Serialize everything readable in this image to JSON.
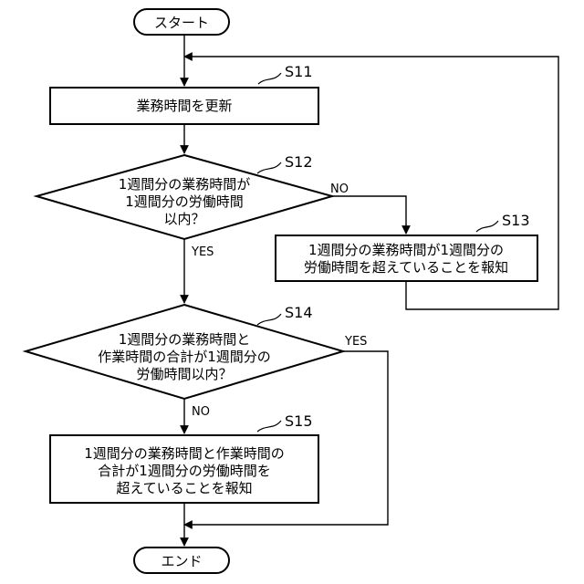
{
  "nodes": {
    "start": {
      "label": "スタート"
    },
    "s11": {
      "step": "S11",
      "lines": [
        "業務時間を更新"
      ]
    },
    "s12": {
      "step": "S12",
      "lines": [
        "1週間分の業務時間が",
        "1週間分の労働時間",
        "以内？"
      ]
    },
    "s13": {
      "step": "S13",
      "lines": [
        "1週間分の業務時間が1週間分の",
        "労働時間を超えていることを報知"
      ]
    },
    "s14": {
      "step": "S14",
      "lines": [
        "1週間分の業務時間と",
        "作業時間の合計が1週間分の",
        "労働時間以内？"
      ]
    },
    "s15": {
      "step": "S15",
      "lines": [
        "1週間分の業務時間と作業時間の",
        "合計が1週間分の労働時間を",
        "超えていることを報知"
      ]
    },
    "end": {
      "label": "エンド"
    }
  },
  "branches": {
    "s12_no": "NO",
    "s12_yes": "YES",
    "s14_yes": "YES",
    "s14_no": "NO"
  }
}
